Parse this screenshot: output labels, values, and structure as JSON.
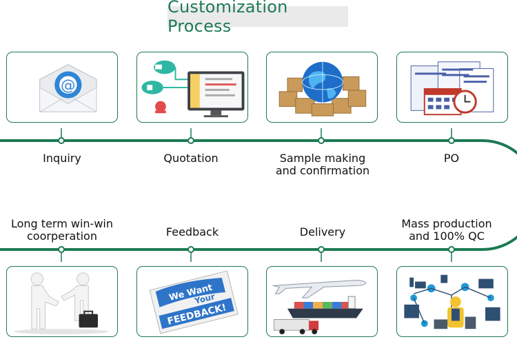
{
  "title": "Customization Process",
  "colors": {
    "accent": "#1b7a52",
    "title": "#1f7a55",
    "title_bg": "#eaeaea"
  },
  "steps": [
    {
      "label": "Inquiry",
      "icon": "email-envelope-icon"
    },
    {
      "label": "Quotation",
      "icon": "computer-cloud-icon"
    },
    {
      "label": "Sample making\nand confirmation",
      "icon": "globe-boxes-icon"
    },
    {
      "label": "PO",
      "icon": "documents-calendar-clock-icon"
    },
    {
      "label": "Mass production\nand 100% QC",
      "icon": "factory-worker-icon"
    },
    {
      "label": "Delivery",
      "icon": "airplane-ship-truck-icon"
    },
    {
      "label": "Feedback",
      "icon": "feedback-card-icon"
    },
    {
      "label": "Long term win-win\ncoorperation",
      "icon": "handshake-icon"
    }
  ],
  "feedback_card": {
    "line1": "We Want",
    "line2": "Your",
    "line3": "FEEDBACK!"
  }
}
